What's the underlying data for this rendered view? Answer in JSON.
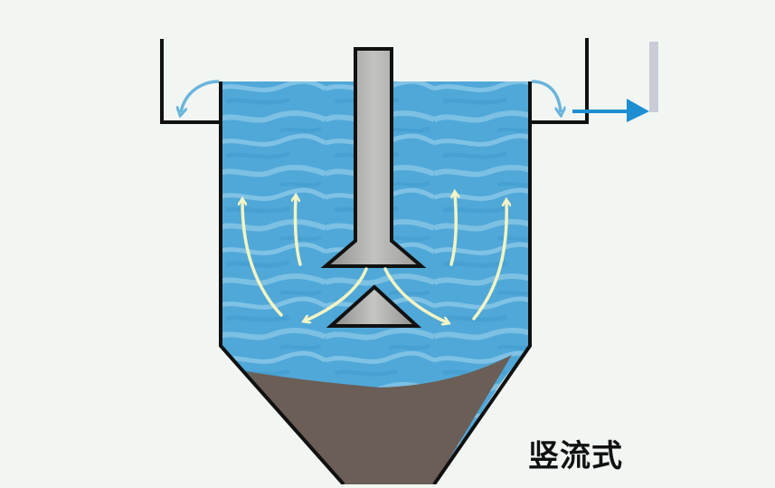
{
  "diagram": {
    "type": "vertical-flow sedimentation tank (cross-section)",
    "caption": "竖流式",
    "components": [
      {
        "name": "overflow-weir-left",
        "description": "left overflow trough / weir"
      },
      {
        "name": "overflow-weir-right",
        "description": "right overflow trough / weir with outlet"
      },
      {
        "name": "central-inlet-pipe",
        "description": "vertical center feed pipe with bell mouth"
      },
      {
        "name": "reflection-plate",
        "description": "conical deflector plate below pipe mouth"
      },
      {
        "name": "settling-zone",
        "description": "water body, upward flow"
      },
      {
        "name": "sludge-hopper",
        "description": "conical bottom with settled sludge"
      }
    ],
    "flows": {
      "upward_arrows": 4,
      "outward_arrows_from_pipe": 2,
      "overflow_arrows": 2,
      "outlet_arrow": "right"
    },
    "colors": {
      "background": "#f1f6f2",
      "water": "#4fa8d8",
      "water_light": "#8fcbe9",
      "sludge": "#6b5e57",
      "pipe": "#a9a9a6",
      "outline": "#111111",
      "flow_arrow": "#f4f4c4",
      "overflow_arrow": "#6ab4db",
      "outlet_arrow": "#1d8ed2"
    }
  }
}
